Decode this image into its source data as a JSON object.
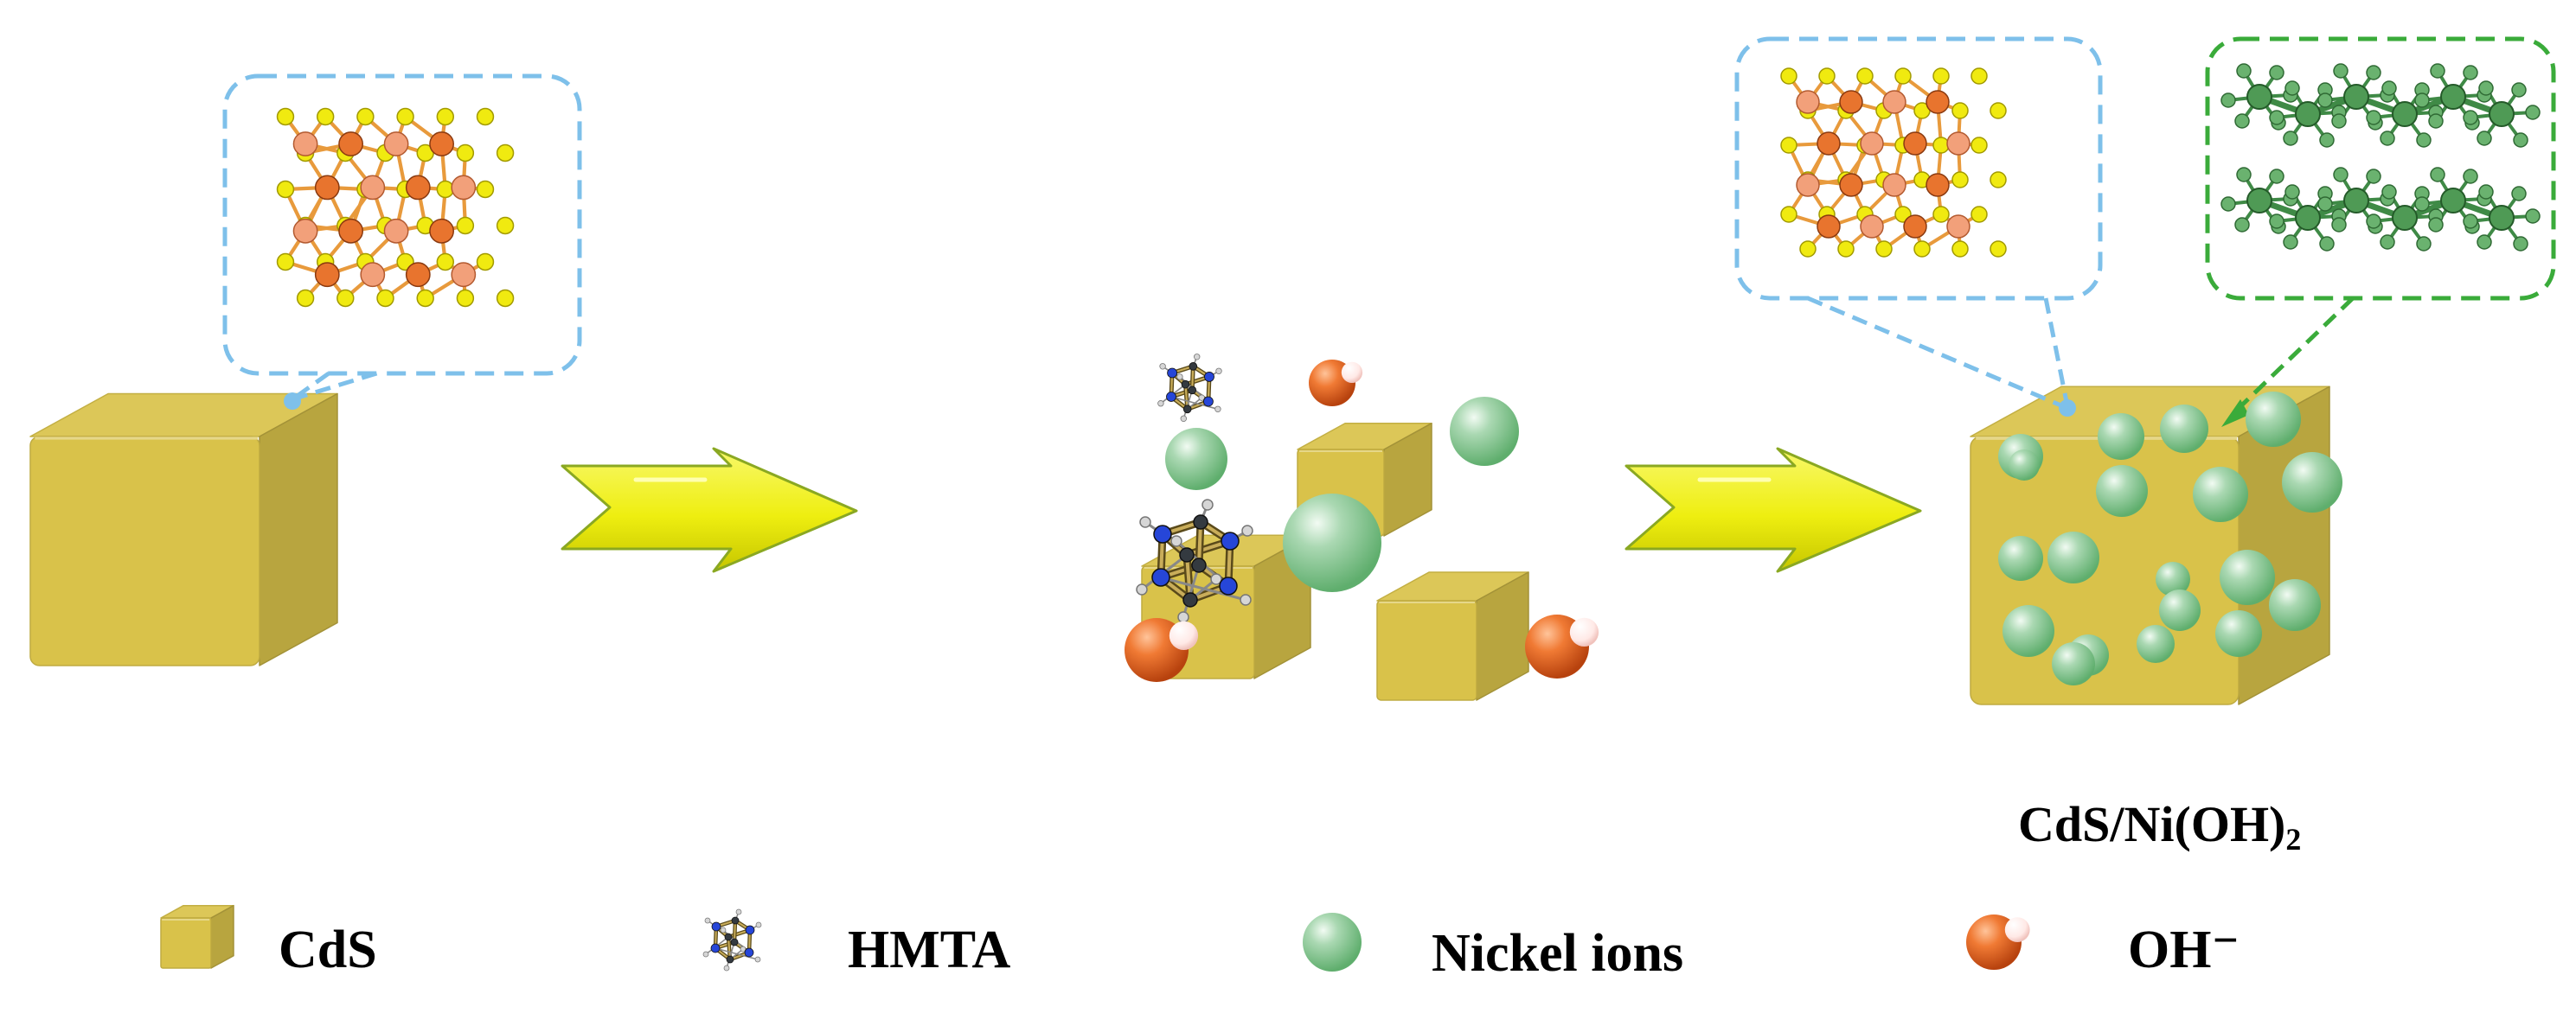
{
  "product": {
    "formula_main": "CdS/Ni(OH)",
    "formula_sub": "2"
  },
  "legend": [
    {
      "icon": "cds-cube-icon",
      "label": "CdS"
    },
    {
      "icon": "hmta-molecule-icon",
      "label": "HMTA"
    },
    {
      "icon": "nickel-ion-icon",
      "label": "Nickel ions"
    },
    {
      "icon": "hydroxide-ion-icon",
      "label": "OH⁻"
    }
  ],
  "colors": {
    "cube": "#d9c24a",
    "arrow": "#f2f21a",
    "nickel_sphere": "#8fc99a",
    "hydroxide": "#e36a28",
    "cds_callout": "#7ec0ea",
    "nioh_callout": "#3aab3a",
    "cd_atom": "#e8742e",
    "s_atom": "#f0ea10",
    "ni_layer": "#4f9a55"
  }
}
